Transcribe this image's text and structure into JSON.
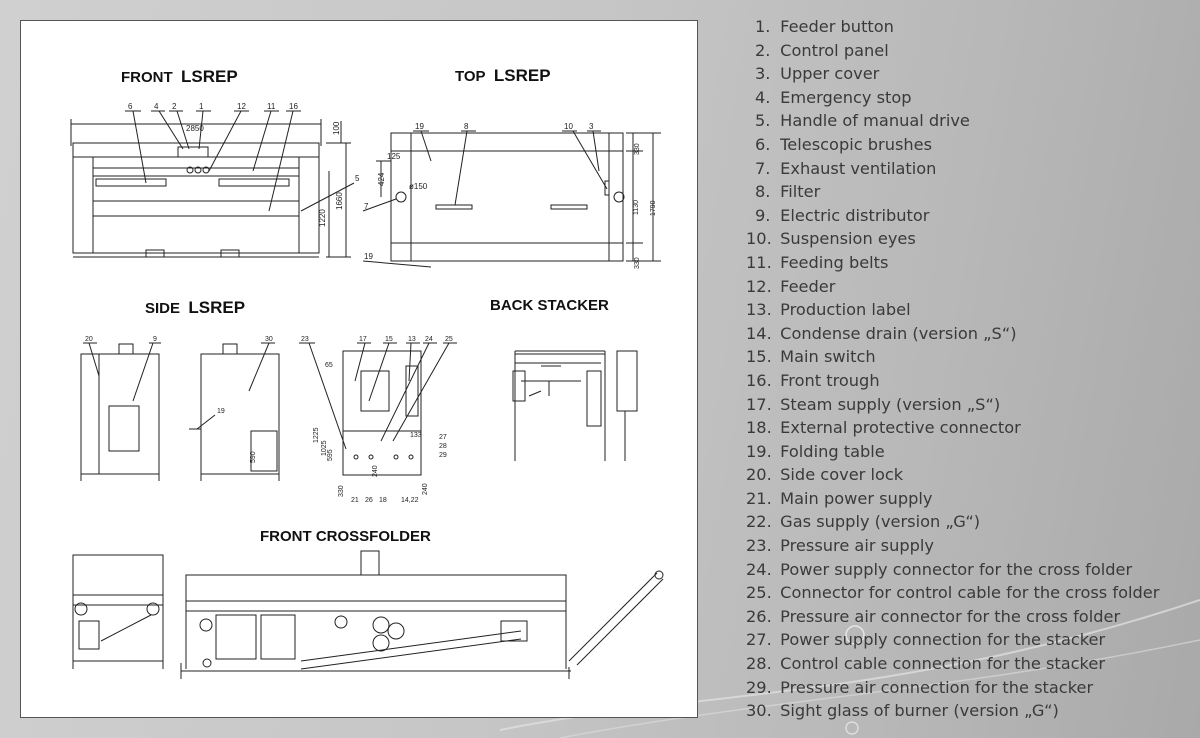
{
  "sections": {
    "front": {
      "label": "FRONT",
      "model": "LSREP"
    },
    "top": {
      "label": "TOP",
      "model": "LSREP"
    },
    "side": {
      "label": "SIDE",
      "model": "LSREP"
    },
    "back_stacker": {
      "label": "BACK STACKER"
    },
    "front_crossfolder": {
      "label": "FRONT CROSSFOLDER"
    }
  },
  "front_callouts": [
    "6",
    "4",
    "2",
    "1",
    "12",
    "11",
    "16",
    "5"
  ],
  "front_dims": {
    "width": "2850",
    "top": "100",
    "h1": "1220",
    "h2": "1660"
  },
  "top_callouts": [
    "19",
    "8",
    "10",
    "3",
    "7",
    "19"
  ],
  "top_dims": {
    "d1": "125",
    "d2": "424",
    "dia": "ø150",
    "v1": "330",
    "v2": "1130",
    "v3": "330",
    "total": "1790"
  },
  "side_callouts": [
    "20",
    "9",
    "30",
    "19",
    "23",
    "17",
    "15",
    "13",
    "24",
    "25",
    "21",
    "26",
    "18",
    "27",
    "28",
    "29"
  ],
  "side_dims": {
    "d65": "65",
    "d1225": "1225",
    "d1025": "1025",
    "d595": "595",
    "d590": "590",
    "d330": "330",
    "d240a": "240",
    "d240b": "240",
    "d133": "133",
    "d1422": "14,22"
  },
  "legend": [
    {
      "num": "1.",
      "text": "Feeder button"
    },
    {
      "num": "2.",
      "text": "Control panel"
    },
    {
      "num": "3.",
      "text": "Upper cover"
    },
    {
      "num": "4.",
      "text": "Emergency stop"
    },
    {
      "num": "5.",
      "text": "Handle of manual drive"
    },
    {
      "num": "6.",
      "text": "Telescopic brushes"
    },
    {
      "num": "7.",
      "text": "Exhaust ventilation"
    },
    {
      "num": "8.",
      "text": "Filter"
    },
    {
      "num": "9.",
      "text": "Electric distributor"
    },
    {
      "num": "10.",
      "text": "Suspension eyes"
    },
    {
      "num": "11.",
      "text": "Feeding belts"
    },
    {
      "num": "12.",
      "text": "Feeder"
    },
    {
      "num": "13.",
      "text": "Production label"
    },
    {
      "num": "14.",
      "text": "Condense drain (version „S“)"
    },
    {
      "num": "15.",
      "text": "Main switch"
    },
    {
      "num": "16.",
      "text": "Front trough"
    },
    {
      "num": "17.",
      "text": "Steam supply (version „S“)"
    },
    {
      "num": "18.",
      "text": "External protective connector"
    },
    {
      "num": "19.",
      "text": "Folding table"
    },
    {
      "num": "20.",
      "text": "Side cover lock"
    },
    {
      "num": "21.",
      "text": "Main power supply"
    },
    {
      "num": "22.",
      "text": "Gas supply (version „G“)"
    },
    {
      "num": "23.",
      "text": "Pressure air supply"
    },
    {
      "num": "24.",
      "text": "Power supply connector for the cross folder"
    },
    {
      "num": "25.",
      "text": "Connector for control cable for the cross folder"
    },
    {
      "num": "26.",
      "text": "Pressure air connector for the cross folder"
    },
    {
      "num": "27.",
      "text": "Power supply connection for the stacker"
    },
    {
      "num": "28.",
      "text": "Control cable connection for the stacker"
    },
    {
      "num": "29.",
      "text": "Pressure air connection for the stacker"
    },
    {
      "num": "30.",
      "text": "Sight glass of burner (version „G“)"
    }
  ]
}
